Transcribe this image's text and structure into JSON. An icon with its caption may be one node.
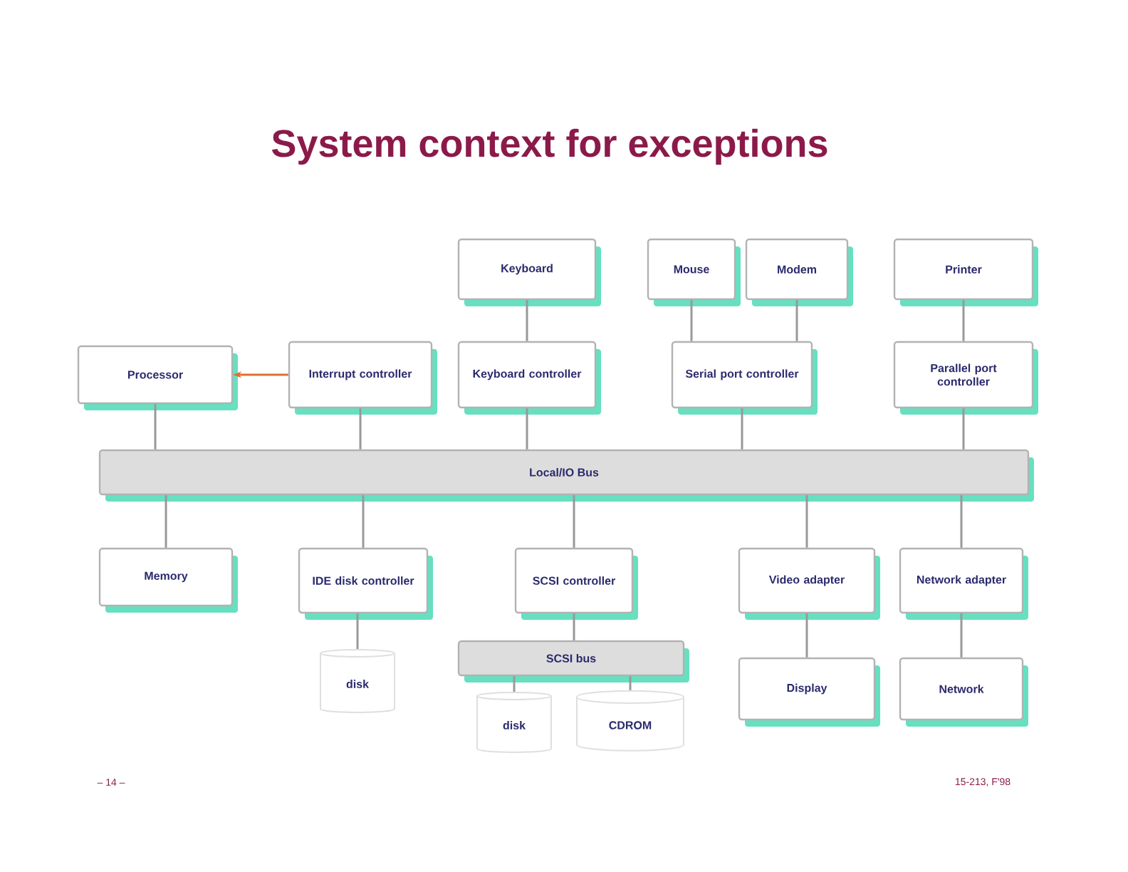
{
  "diagram": {
    "title": "System context for exceptions",
    "nodes": [
      {
        "text": [
          "Keyboard"
        ]
      },
      {
        "text": [
          "Mouse"
        ]
      },
      {
        "text": [
          "Modem"
        ]
      },
      {
        "text": [
          "Printer"
        ]
      },
      {
        "text": [
          "Processor"
        ]
      },
      {
        "text": [
          "Interrupt controller"
        ]
      },
      {
        "text": [
          "Keyboard controller"
        ]
      },
      {
        "text": [
          "Serial port controller"
        ]
      },
      {
        "text": [
          "Parallel port controller"
        ]
      },
      {
        "text": [
          "Local/IO Bus"
        ]
      },
      {
        "text": [
          "Memory"
        ]
      },
      {
        "text": [
          "IDE disk controller"
        ]
      },
      {
        "text": [
          "SCSI controller"
        ]
      },
      {
        "text": [
          "SCSI bus"
        ]
      },
      {
        "text": [
          "disk"
        ]
      },
      {
        "text": [
          "disk"
        ]
      },
      {
        "text": [
          "CDROM"
        ]
      },
      {
        "text": [
          "Video adapter"
        ]
      },
      {
        "text": [
          "Display"
        ]
      },
      {
        "text": [
          "Network adapter"
        ]
      },
      {
        "text": [
          "Network"
        ]
      }
    ],
    "edges": [
      {
        "from": 0,
        "to": 6,
        "arrow": "none"
      },
      {
        "from": 1,
        "to": 7,
        "arrow": "none"
      },
      {
        "from": 2,
        "to": 7,
        "arrow": "none"
      },
      {
        "from": 3,
        "to": 8,
        "arrow": "none"
      },
      {
        "from": 5,
        "to": 4,
        "arrow": "to",
        "color": "#e07030"
      },
      {
        "from": 4,
        "to": 9,
        "arrow": "none"
      },
      {
        "from": 5,
        "to": 9,
        "arrow": "none"
      },
      {
        "from": 6,
        "to": 9,
        "arrow": "none"
      },
      {
        "from": 7,
        "to": 9,
        "arrow": "none"
      },
      {
        "from": 8,
        "to": 9,
        "arrow": "none"
      },
      {
        "from": 9,
        "to": 10,
        "arrow": "none"
      },
      {
        "from": 9,
        "to": 11,
        "arrow": "none"
      },
      {
        "from": 9,
        "to": 12,
        "arrow": "none"
      },
      {
        "from": 9,
        "to": 17,
        "arrow": "none"
      },
      {
        "from": 9,
        "to": 19,
        "arrow": "none"
      },
      {
        "from": 11,
        "to": 14,
        "arrow": "none"
      },
      {
        "from": 12,
        "to": 13,
        "arrow": "none"
      },
      {
        "from": 13,
        "to": 15,
        "arrow": "none"
      },
      {
        "from": 13,
        "to": 16,
        "arrow": "none"
      },
      {
        "from": 17,
        "to": 18,
        "arrow": "none"
      },
      {
        "from": 19,
        "to": 20,
        "arrow": "none"
      }
    ],
    "labels": [
      "– 14 –",
      "15-213, F'98"
    ]
  }
}
